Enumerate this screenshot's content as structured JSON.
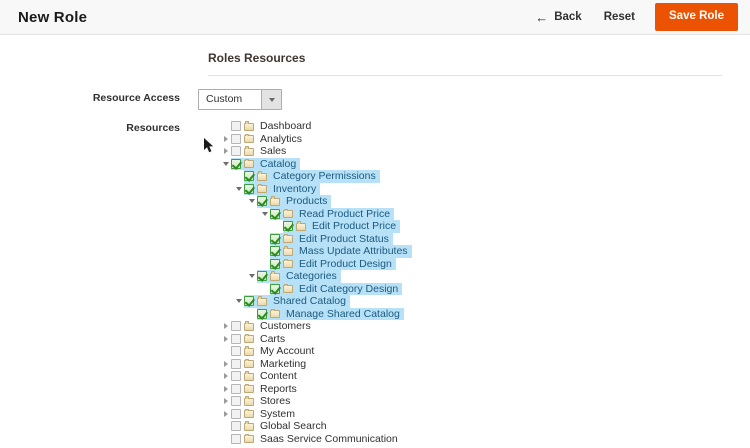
{
  "header": {
    "title": "New Role",
    "back_label": "Back",
    "back_icon": "arrow-left-icon",
    "reset_label": "Reset",
    "save_label": "Save Role",
    "save_color": "#eb5202"
  },
  "section": {
    "title": "Roles Resources"
  },
  "form": {
    "resource_access_label": "Resource Access",
    "resource_access_value": "Custom",
    "resource_access_options": [
      "Custom"
    ],
    "resources_label": "Resources"
  },
  "tree": {
    "highlight_color": "#b6e1f7",
    "nodes": [
      {
        "label": "Dashboard",
        "depth": 0,
        "expander": "none",
        "checked": false,
        "selected": false
      },
      {
        "label": "Analytics",
        "depth": 0,
        "expander": "collapsed",
        "checked": false,
        "selected": false
      },
      {
        "label": "Sales",
        "depth": 0,
        "expander": "collapsed",
        "checked": false,
        "selected": false
      },
      {
        "label": "Catalog",
        "depth": 0,
        "expander": "expanded",
        "checked": true,
        "selected": true
      },
      {
        "label": "Category Permissions",
        "depth": 1,
        "expander": "none",
        "checked": true,
        "selected": true
      },
      {
        "label": "Inventory",
        "depth": 1,
        "expander": "expanded",
        "checked": true,
        "selected": true
      },
      {
        "label": "Products",
        "depth": 2,
        "expander": "expanded",
        "checked": true,
        "selected": true
      },
      {
        "label": "Read Product Price",
        "depth": 3,
        "expander": "expanded",
        "checked": true,
        "selected": true
      },
      {
        "label": "Edit Product Price",
        "depth": 4,
        "expander": "none",
        "checked": true,
        "selected": true
      },
      {
        "label": "Edit Product Status",
        "depth": 3,
        "expander": "none",
        "checked": true,
        "selected": true
      },
      {
        "label": "Mass Update Attributes",
        "depth": 3,
        "expander": "none",
        "checked": true,
        "selected": true
      },
      {
        "label": "Edit Product Design",
        "depth": 3,
        "expander": "none",
        "checked": true,
        "selected": true
      },
      {
        "label": "Categories",
        "depth": 2,
        "expander": "expanded",
        "checked": true,
        "selected": true
      },
      {
        "label": "Edit Category Design",
        "depth": 3,
        "expander": "none",
        "checked": true,
        "selected": true
      },
      {
        "label": "Shared Catalog",
        "depth": 1,
        "expander": "expanded",
        "checked": true,
        "selected": true
      },
      {
        "label": "Manage Shared Catalog",
        "depth": 2,
        "expander": "none",
        "checked": true,
        "selected": true
      },
      {
        "label": "Customers",
        "depth": 0,
        "expander": "collapsed",
        "checked": false,
        "selected": false
      },
      {
        "label": "Carts",
        "depth": 0,
        "expander": "collapsed",
        "checked": false,
        "selected": false
      },
      {
        "label": "My Account",
        "depth": 0,
        "expander": "none",
        "checked": false,
        "selected": false
      },
      {
        "label": "Marketing",
        "depth": 0,
        "expander": "collapsed",
        "checked": false,
        "selected": false
      },
      {
        "label": "Content",
        "depth": 0,
        "expander": "collapsed",
        "checked": false,
        "selected": false
      },
      {
        "label": "Reports",
        "depth": 0,
        "expander": "collapsed",
        "checked": false,
        "selected": false
      },
      {
        "label": "Stores",
        "depth": 0,
        "expander": "collapsed",
        "checked": false,
        "selected": false
      },
      {
        "label": "System",
        "depth": 0,
        "expander": "collapsed",
        "checked": false,
        "selected": false
      },
      {
        "label": "Global Search",
        "depth": 0,
        "expander": "none",
        "checked": false,
        "selected": false
      },
      {
        "label": "Saas Service Communication",
        "depth": 0,
        "expander": "none",
        "checked": false,
        "selected": false
      }
    ]
  }
}
